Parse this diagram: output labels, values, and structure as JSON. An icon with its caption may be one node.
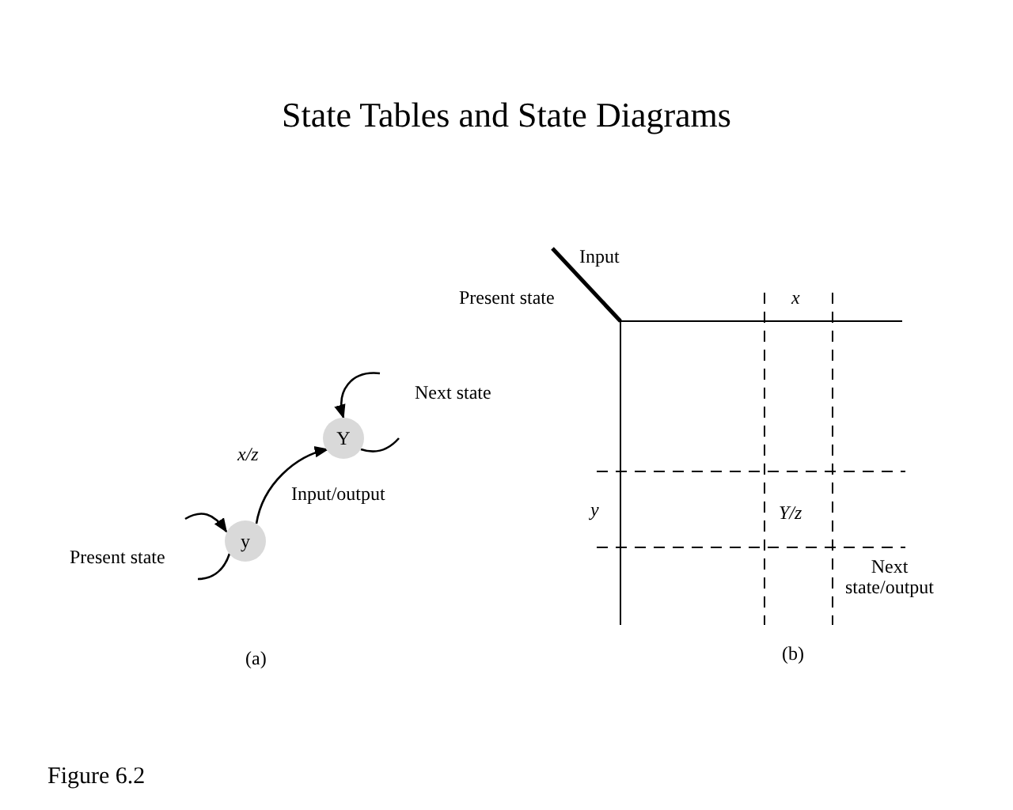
{
  "diagram": {
    "title": "State Tables and State Diagrams",
    "nodes": [
      {
        "text": [
          "y"
        ]
      },
      {
        "text": [
          "Y"
        ]
      }
    ],
    "edges": [
      {
        "from": 0,
        "to": 1,
        "arrow": "to",
        "label": "x/z"
      },
      {
        "from": null,
        "to": 0,
        "arrow": "to"
      },
      {
        "from": 0,
        "to": null,
        "arrow": "none"
      },
      {
        "from": null,
        "to": 1,
        "arrow": "to"
      },
      {
        "from": 1,
        "to": null,
        "arrow": "none"
      }
    ],
    "labels": [
      "Present state",
      "Input/output",
      "Next state",
      "(a)",
      "Input",
      "Present state",
      "x",
      "y",
      "Y/z",
      "Next state/output",
      "(b)",
      "Figure 6.2"
    ]
  }
}
